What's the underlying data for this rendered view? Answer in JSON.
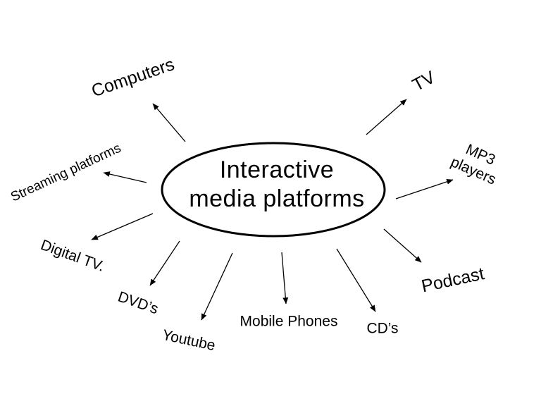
{
  "diagram": {
    "title": "Interactive media platforms mind map",
    "colors": {
      "ink": "#000000",
      "background": "#ffffff"
    },
    "center": {
      "label": "Interactive media platforms",
      "line1": "Interactive",
      "line2": "media platforms"
    },
    "nodes": [
      {
        "id": "computers",
        "label": "Computers"
      },
      {
        "id": "tv",
        "label": "TV"
      },
      {
        "id": "mp3-players",
        "label": "MP3 players",
        "line1": "MP3",
        "line2": "players"
      },
      {
        "id": "podcast",
        "label": "Podcast"
      },
      {
        "id": "cds",
        "label": "CD’s"
      },
      {
        "id": "mobile-phones",
        "label": "Mobile Phones"
      },
      {
        "id": "youtube",
        "label": "Youtube"
      },
      {
        "id": "dvds",
        "label": "DVD’s"
      },
      {
        "id": "digital-tv",
        "label": "Digital TV."
      },
      {
        "id": "streaming-platforms",
        "label": "Streaming platforms"
      }
    ],
    "connections": [
      {
        "from": "Interactive media platforms",
        "to": "Computers"
      },
      {
        "from": "Interactive media platforms",
        "to": "TV"
      },
      {
        "from": "Interactive media platforms",
        "to": "MP3 players"
      },
      {
        "from": "Interactive media platforms",
        "to": "Podcast"
      },
      {
        "from": "Interactive media platforms",
        "to": "CD’s"
      },
      {
        "from": "Interactive media platforms",
        "to": "Mobile Phones"
      },
      {
        "from": "Interactive media platforms",
        "to": "Youtube"
      },
      {
        "from": "Interactive media platforms",
        "to": "DVD’s"
      },
      {
        "from": "Interactive media platforms",
        "to": "Digital TV."
      },
      {
        "from": "Interactive media platforms",
        "to": "Streaming platforms"
      }
    ]
  }
}
